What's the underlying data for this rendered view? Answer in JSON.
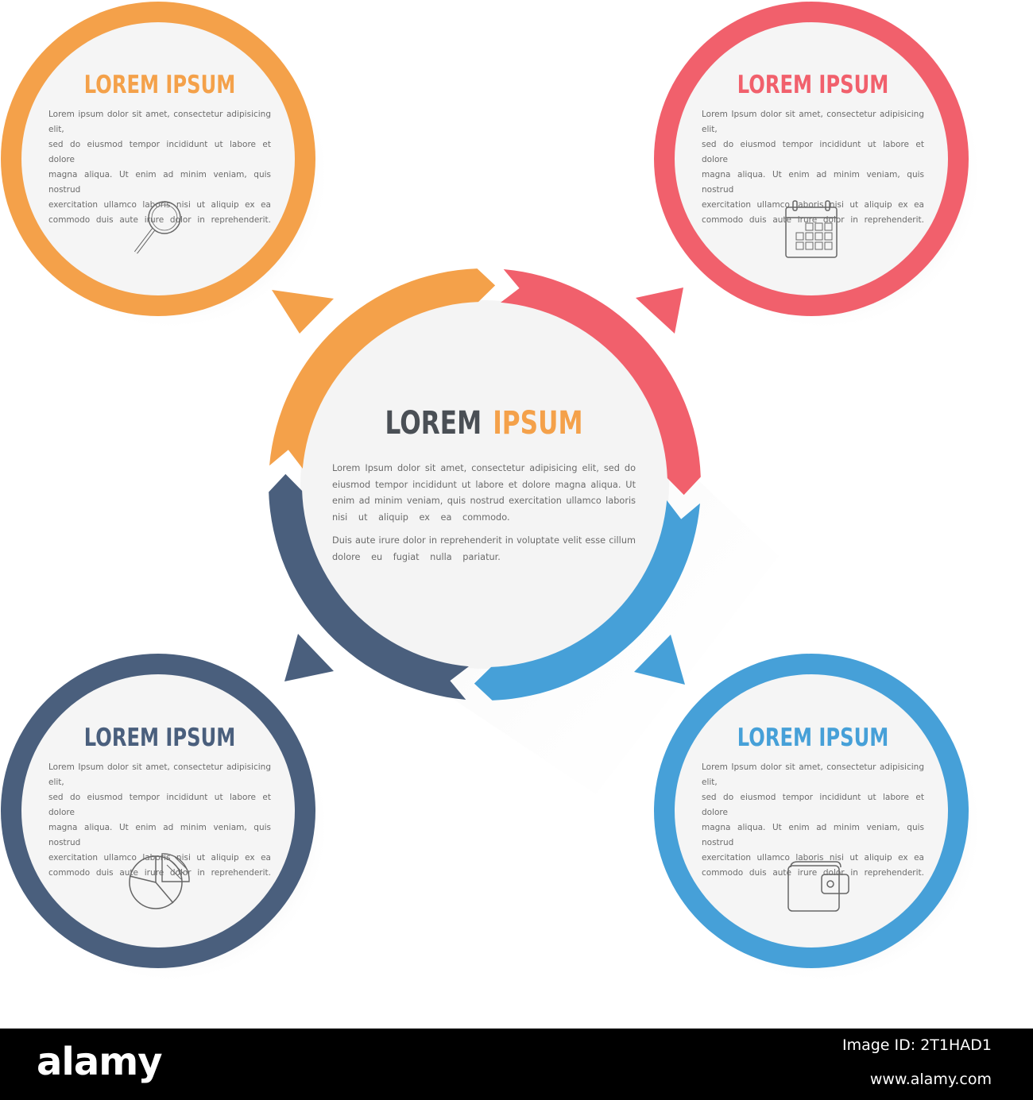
{
  "colors": {
    "orange": "#f4a14a",
    "red": "#f1606c",
    "blue": "#46a0d8",
    "navy": "#4a5f7d",
    "center_title_dark": "#4a4f55",
    "body_text": "#6b6b6b"
  },
  "center": {
    "title_word1": "LOREM",
    "title_word2": "IPSUM",
    "paragraph1": [
      "Lorem Ipsum dolor sit amet, consectetur adipisicing elit, sed do",
      "eiusmod tempor incididunt ut labore et dolore magna aliqua. Ut",
      "enim ad minim veniam, quis nostrud exercitation ullamco laboris",
      "nisi ut aliquip ex ea commodo."
    ],
    "paragraph2": [
      "Duis aute irure dolor in reprehenderit in voluptate velit esse cillum",
      "dolore eu fugiat nulla pariatur."
    ]
  },
  "nodes": {
    "top_left": {
      "title": "LOREM IPSUM",
      "color": "#f4a14a",
      "icon": "magnifier-icon",
      "lines": [
        "Lorem ipsum dolor sit amet, consectetur adipisicing elit,",
        "sed do eiusmod tempor incididunt ut labore et dolore",
        "magna aliqua. Ut enim ad minim veniam, quis nostrud",
        "exercitation ullamco laboris nisi ut aliquip ex ea",
        "commodo duis aute irure dolor in reprehenderit."
      ]
    },
    "top_right": {
      "title": "LOREM IPSUM",
      "color": "#f1606c",
      "icon": "calendar-icon",
      "lines": [
        "Lorem Ipsum dolor sit amet, consectetur adipisicing elit,",
        "sed do eiusmod tempor incididunt ut labore et dolore",
        "magna aliqua. Ut enim ad minim veniam, quis nostrud",
        "exercitation ullamco laboris nisi ut aliquip ex ea",
        "commodo duis aute irure dolor in reprehenderit."
      ]
    },
    "bottom_left": {
      "title": "LOREM IPSUM",
      "color": "#4a5f7d",
      "icon": "pie-chart-icon",
      "lines": [
        "Lorem Ipsum dolor sit amet, consectetur adipisicing elit,",
        "sed do eiusmod tempor incididunt ut labore et dolore",
        "magna aliqua. Ut enim ad minim veniam, quis nostrud",
        "exercitation ullamco laboris nisi ut aliquip ex ea",
        "commodo duis aute irure dolor in reprehenderit."
      ]
    },
    "bottom_right": {
      "title": "LOREM IPSUM",
      "color": "#46a0d8",
      "icon": "wallet-icon",
      "lines": [
        "Lorem Ipsum dolor sit amet, consectetur adipisicing elit,",
        "sed do eiusmod tempor incididunt ut labore et dolore",
        "magna aliqua. Ut enim ad minim veniam, quis nostrud",
        "exercitation ullamco laboris nisi ut aliquip ex ea",
        "commodo duis aute irure dolor in reprehenderit."
      ]
    }
  },
  "footer": {
    "brand": "alamy",
    "image_id": "Image ID: 2T1HAD1",
    "url": "www.alamy.com"
  }
}
